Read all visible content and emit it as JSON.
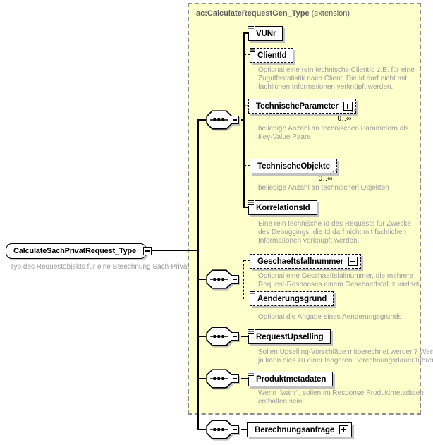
{
  "root": {
    "name": "CalculateSachPrivatRequest_Type",
    "description": "Typ des Requestobjekts für eine Berechnung Sach-Privat"
  },
  "extension": {
    "title": "ac:CalculateRequestGen_Type",
    "qualifier": " (extension)"
  },
  "compositor": "sequence",
  "elements": [
    {
      "name": "VUNr"
    },
    {
      "name": "ClientId",
      "description": "Optional eine rein technische ClientId z.B. für eine Zugriffsstatistik nach Client. Die Id darf nicht mit fachlichen Informationen verknüpft werden."
    },
    {
      "name": "TechnischeParameter",
      "occurs": "0..∞",
      "description": "beliebige Anzahl an technischen Parametern als Key-Value Paare"
    },
    {
      "name": "TechnischeObjekte",
      "occurs": "0..∞",
      "description": "beliebige Anzahl an technischen Objekten"
    },
    {
      "name": "KorrelationsId",
      "description": "Eine rein technische Id des Requests für Zwecke des Debuggings, die Id darf nicht mit fachlichen Informationen verknüpft werden."
    },
    {
      "name": "Geschaeftsfallnummer",
      "description": "Optional eine Geschaeftsfallnummer, die mehrere Request-Responses einem Geschaeftsfall zuordnet"
    },
    {
      "name": "Aenderungsgrund",
      "description": "Optional die Angabe eines Aenderungsgrunds"
    },
    {
      "name": "RequestUpselling",
      "description": "Sollen Upselling-Vorschläge mitberechnet werden? Wenn ja kann dies zu einer längeren Berechnungsdauer führen."
    },
    {
      "name": "Produktmetadaten",
      "description": "Wenn \"wahr\", sollen im Response Produktmetadaten enthalten sein."
    },
    {
      "name": "Berechnungsanfrage"
    }
  ],
  "icons": {
    "collapse": "−",
    "expand": "+",
    "sequence": "octagon-with-dotted-line",
    "text_content": "three-lines"
  },
  "colors": {
    "extension_fill": "#ffffcc",
    "extension_border": "#8c8c8c",
    "box_border": "#000000",
    "shadow": "#c2c2c2",
    "annotation_text": "#9b9b9b",
    "header_text": "#5f5f5f"
  }
}
